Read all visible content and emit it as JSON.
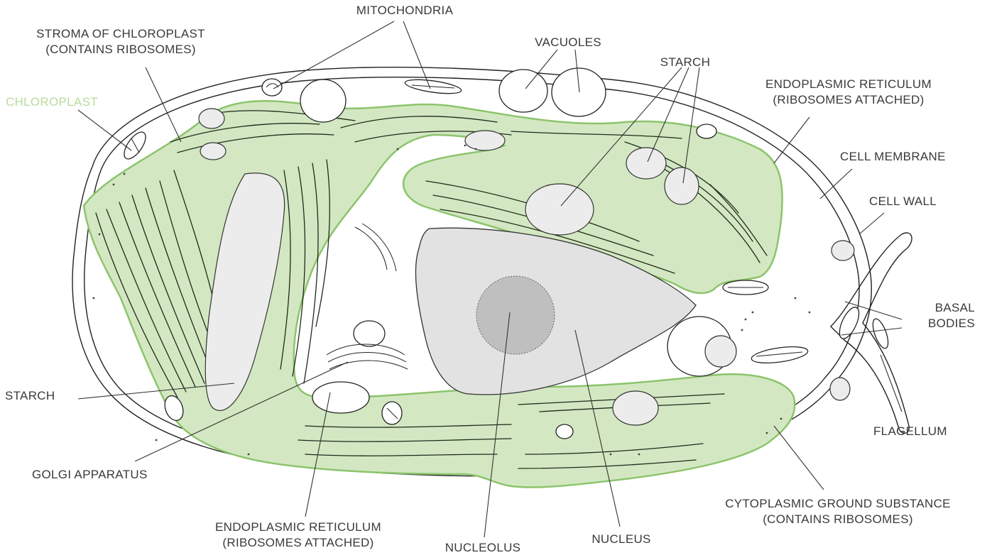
{
  "labels": {
    "mitochondria": "MITOCHONDRIA",
    "stroma_line1": "STROMA OF CHLOROPLAST",
    "stroma_line2": "(CONTAINS RIBOSOMES)",
    "chloroplast": "CHLOROPLAST",
    "vacuoles": "VACUOLES",
    "starch_top": "STARCH",
    "er_top_line1": "ENDOPLASMIC RETICULUM",
    "er_top_line2": "(RIBOSOMES ATTACHED)",
    "cell_membrane": "CELL MEMBRANE",
    "cell_wall": "CELL WALL",
    "basal_line1": "BASAL",
    "basal_line2": "BODIES",
    "flagellum": "FLAGELLUM",
    "starch_left": "STARCH",
    "golgi": "GOLGI APPARATUS",
    "er_bottom_line1": "ENDOPLASMIC RETICULUM",
    "er_bottom_line2": "(RIBOSOMES ATTACHED)",
    "nucleolus": "NUCLEOLUS",
    "nucleus": "NUCLEUS",
    "cyto_line1": "CYTOPLASMIC GROUND SUBSTANCE",
    "cyto_line2": "(CONTAINS RIBOSOMES)"
  },
  "colors": {
    "chloroplast_fill": "#d3e8c2",
    "chloroplast_edge": "#8cc46c",
    "chloroplast_label": "#b9d99e",
    "nucleus_fill": "#e2e2e2",
    "nucleolus_fill": "#bfbfbf",
    "starch_fill": "#ececec",
    "line": "#333333"
  }
}
